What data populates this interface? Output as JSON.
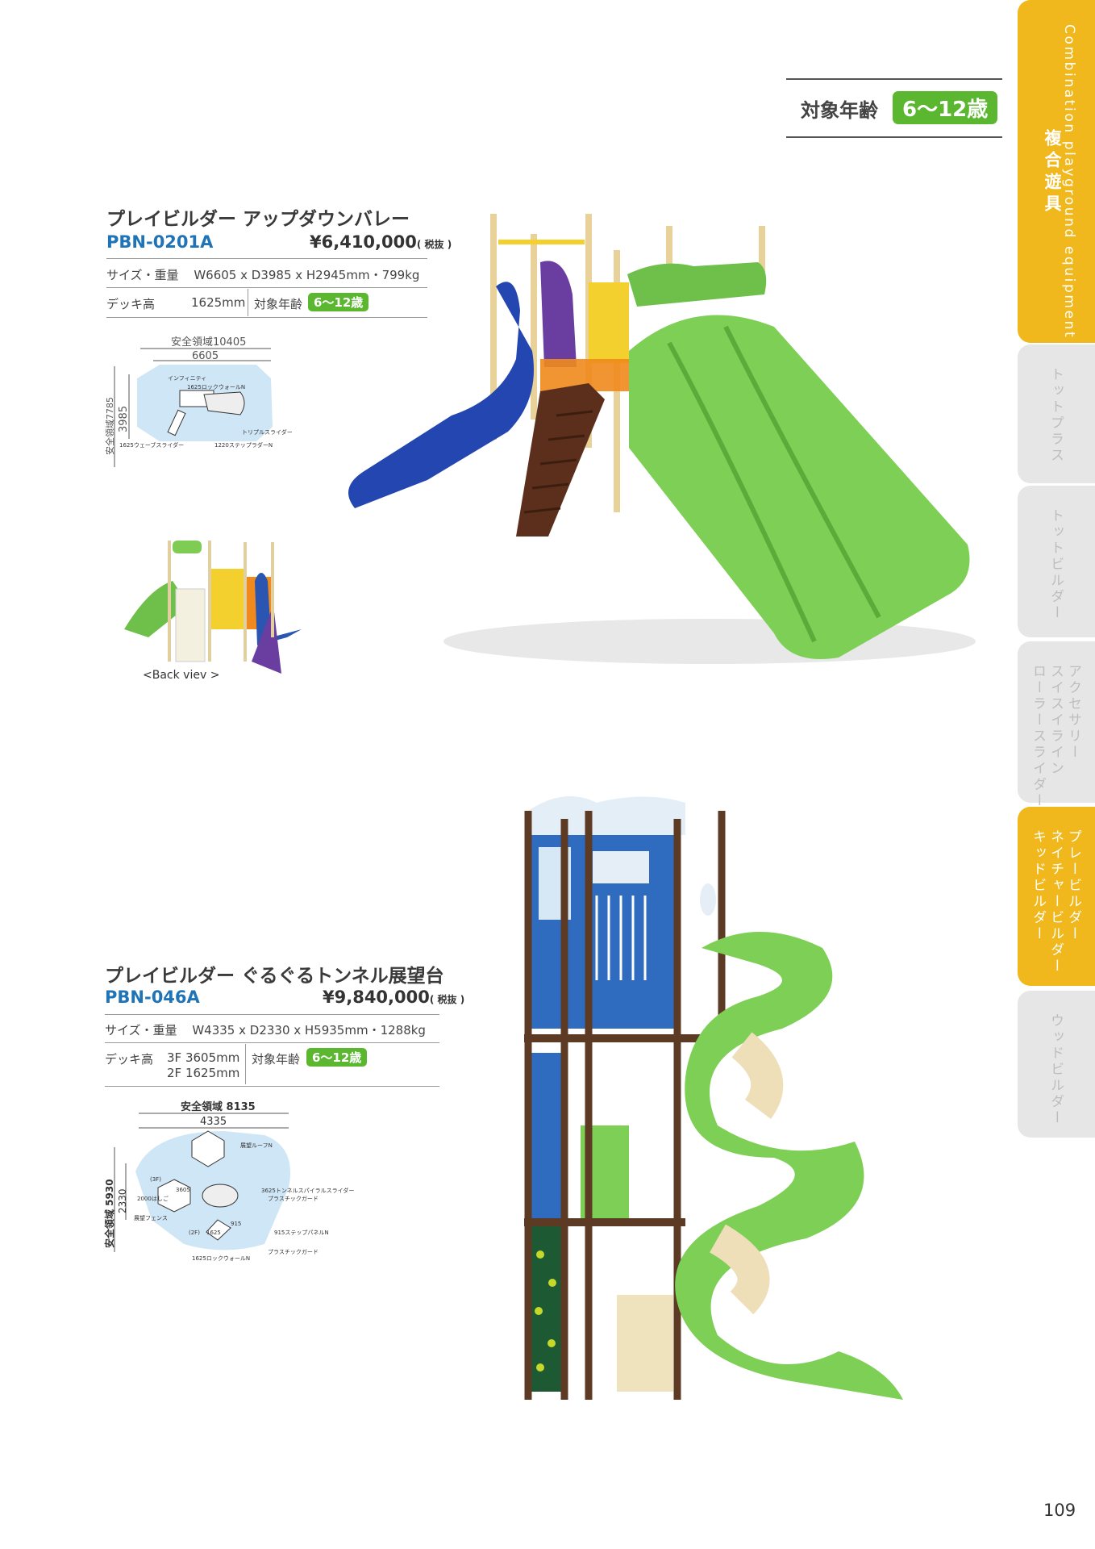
{
  "header": {
    "age_label": "対象年齢",
    "age_value": "6～12歳"
  },
  "side_tabs": [
    {
      "jp": "複合遊具",
      "en": "Combination playground equipment"
    },
    {
      "label": "トットプラス"
    },
    {
      "label": "トットビルダー"
    },
    {
      "label": "アクセサリー\nスイスイライン\nローラースライダー"
    },
    {
      "label": "プレービルダー\nネイチャービルダー\nキッドビルダー"
    },
    {
      "label": "ウッドビルダー"
    }
  ],
  "product1": {
    "title": "プレイビルダー アップダウンバレー",
    "code": "PBN-0201A",
    "price": "¥6,410,000",
    "tax": "( 税抜 )",
    "size_label": "サイズ・重量",
    "size_value": "W6605 x D3985 x H2945mm・799kg",
    "deck_label": "デッキ高",
    "deck_value": "1625mm",
    "age_label": "対象年齢",
    "age_value": "6～12歳",
    "plan": {
      "safety_width": "安全領域10405",
      "width": "6605",
      "safety_depth": "安全領域7785",
      "depth": "3985",
      "labels": [
        "インフィニティ",
        "1625ロックウォールN",
        "トリプルスライダー",
        "1625ウェーブスライダー",
        "1220ステップラダーN"
      ]
    },
    "back_view": "<Back viev >"
  },
  "product2": {
    "title": "プレイビルダー ぐるぐるトンネル展望台",
    "code": "PBN-046A",
    "price": "¥9,840,000",
    "tax": "( 税抜 )",
    "size_label": "サイズ・重量",
    "size_value": "W4335 x D2330 x H5935mm・1288kg",
    "deck_label": "デッキ高",
    "deck_value_1": "3F 3605mm",
    "deck_value_2": "2F 1625mm",
    "age_label": "対象年齢",
    "age_value": "6～12歳",
    "plan": {
      "safety_width": "安全領域 8135",
      "width": "4335",
      "safety_depth": "安全領域 5930",
      "depth": "2330",
      "labels": [
        "展望ルーフN",
        "(3F)",
        "3605",
        "2000はしご",
        "3625トンネルスパイラルスライダー",
        "プラスチックガード",
        "展望フェンス",
        "915",
        "(2F)",
        "1625",
        "915ステップパネルN",
        "プラスチックガード",
        "1625ロックウォールN"
      ]
    }
  },
  "page_number": "109"
}
